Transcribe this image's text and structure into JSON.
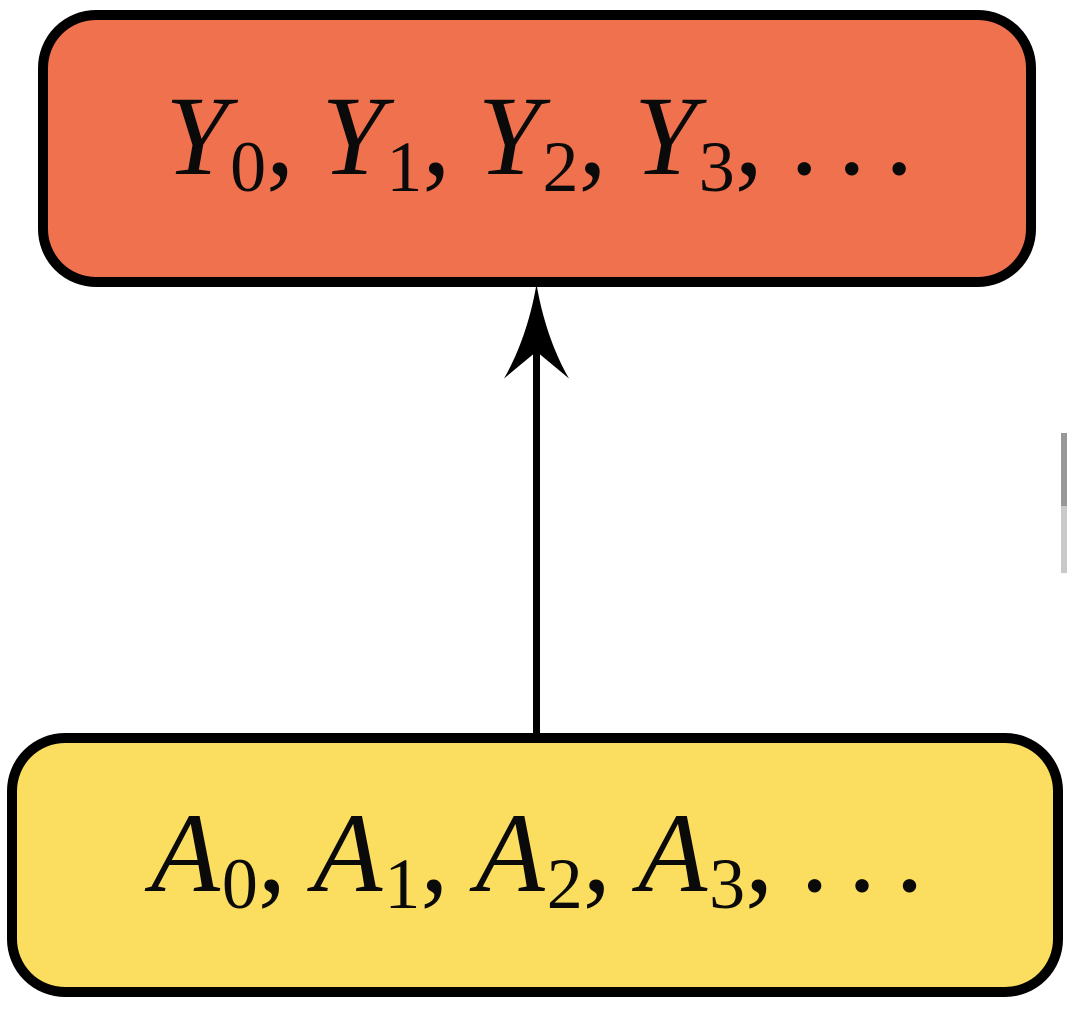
{
  "page": {
    "background": "#FFFFFF"
  },
  "diagram": {
    "top_box": {
      "fill": "#F0714E",
      "border_color": "#000000",
      "text_color": "#0A0A0A",
      "items": [
        {
          "base": "Y",
          "sub": "0"
        },
        {
          "base": "Y",
          "sub": "1"
        },
        {
          "base": "Y",
          "sub": "2"
        },
        {
          "base": "Y",
          "sub": "3"
        }
      ],
      "separator": ",",
      "ellipsis": ". . ."
    },
    "bottom_box": {
      "fill": "#FBDD60",
      "border_color": "#000000",
      "text_color": "#0A0A0A",
      "items": [
        {
          "base": "A",
          "sub": "0"
        },
        {
          "base": "A",
          "sub": "1"
        },
        {
          "base": "A",
          "sub": "2"
        },
        {
          "base": "A",
          "sub": "3"
        }
      ],
      "separator": ",",
      "ellipsis": ". . ."
    },
    "arrow": {
      "direction": "up",
      "color": "#000000"
    }
  },
  "artifacts": {
    "scrollbar_fragment": {
      "color_top": "#98989B",
      "color_bottom": "#C9C9CC"
    }
  }
}
